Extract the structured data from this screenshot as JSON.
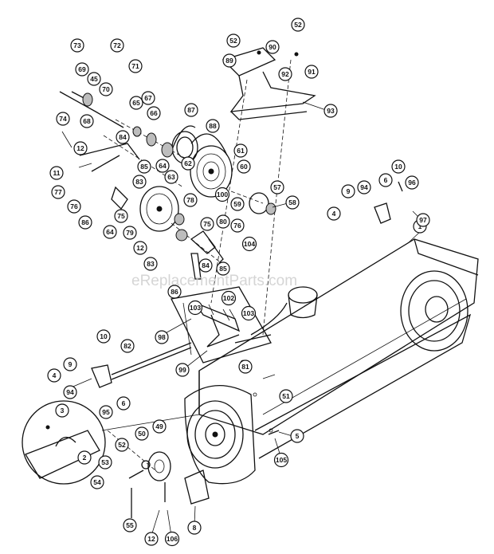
{
  "watermark": "eReplacementParts.com",
  "callouts": {
    "c1": "1",
    "c2": "2",
    "c3": "3",
    "c4a": "4",
    "c4b": "4",
    "c5": "5",
    "c6a": "6",
    "c6b": "6",
    "c8": "8",
    "c9a": "9",
    "c9b": "9",
    "c10a": "10",
    "c10b": "10",
    "c11": "11",
    "c12a": "12",
    "c12b": "12",
    "c12c": "12",
    "c45": "45",
    "c49": "49",
    "c50": "50",
    "c51": "51",
    "c52a": "52",
    "c52b": "52",
    "c52c": "52",
    "c53": "53",
    "c54": "54",
    "c55": "55",
    "c57": "57",
    "c58": "58",
    "c59": "59",
    "c60": "60",
    "c61": "61",
    "c62": "62",
    "c63": "63",
    "c64a": "64",
    "c64b": "64",
    "c65": "65",
    "c66": "66",
    "c67": "67",
    "c68": "68",
    "c69": "69",
    "c70": "70",
    "c71": "71",
    "c72": "72",
    "c73": "73",
    "c74": "74",
    "c75a": "75",
    "c75b": "75",
    "c76a": "76",
    "c76b": "76",
    "c77": "77",
    "c78": "78",
    "c79": "79",
    "c80": "80",
    "c81": "81",
    "c82": "82",
    "c83a": "83",
    "c83b": "83",
    "c84a": "84",
    "c84b": "84",
    "c85a": "85",
    "c85b": "85",
    "c86a": "86",
    "c86b": "86",
    "c87": "87",
    "c88": "88",
    "c89": "89",
    "c90": "90",
    "c91": "91",
    "c92": "92",
    "c93": "93",
    "c94a": "94",
    "c94b": "94",
    "c95": "95",
    "c96": "96",
    "c97": "97",
    "c98": "98",
    "c99": "99",
    "c100": "100",
    "c102": "102",
    "c103a": "103",
    "c103b": "103",
    "c104": "104",
    "c105": "105",
    "c106": "106"
  }
}
